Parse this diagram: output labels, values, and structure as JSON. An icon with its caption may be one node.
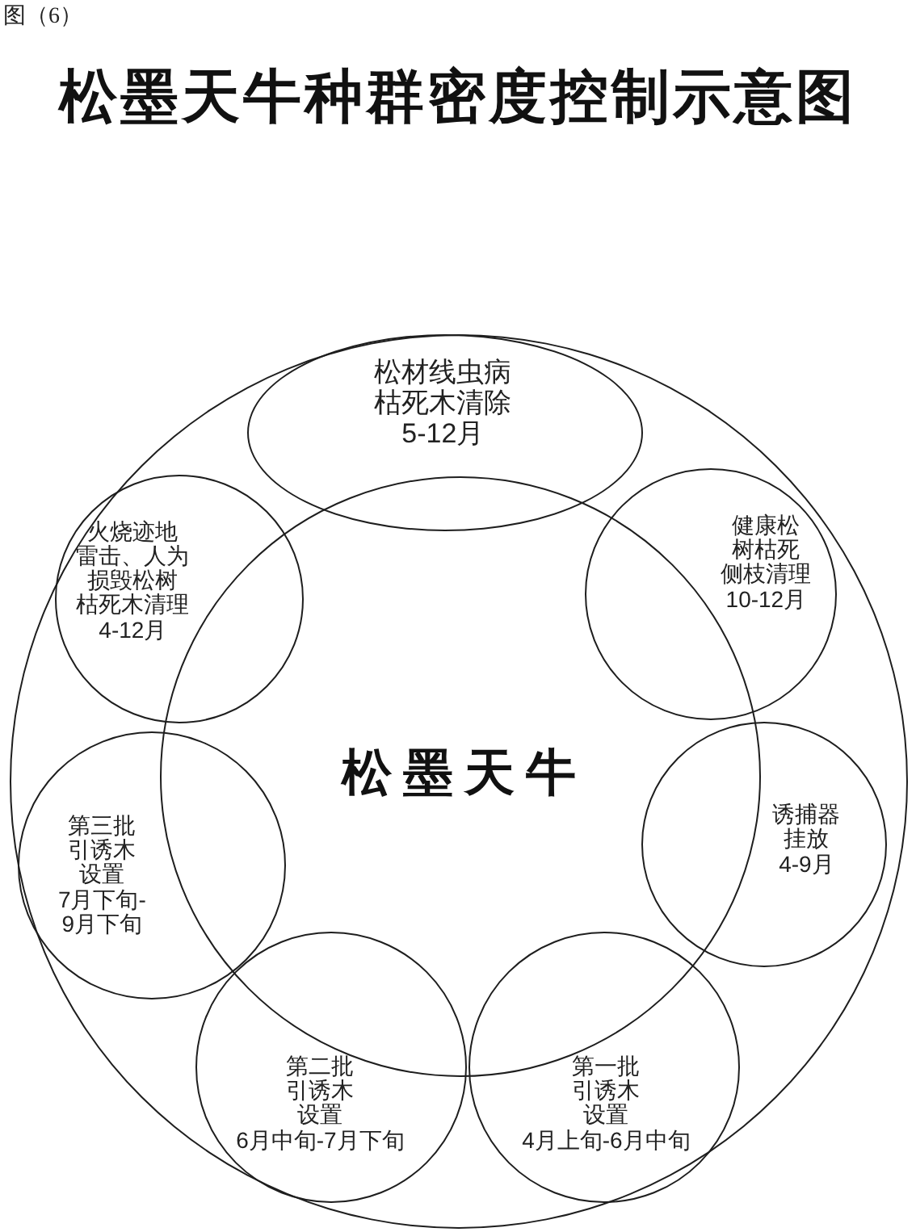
{
  "diagram": {
    "title": "松墨天牛种群密度控制示意图",
    "nodes": [
      {
        "text": [],
        "shape": "circle"
      },
      {
        "text": [
          "松墨天牛"
        ],
        "in": 0
      },
      {
        "text": [
          "松材线虫病枯死木清除",
          "5-12月"
        ],
        "in": 0
      },
      {
        "text": [
          "火烧迹地雷击、人为损毁松树枯死木清理",
          "4-12月"
        ],
        "in": 0
      },
      {
        "text": [
          "健康松树枯死侧枝清理",
          "10-12月"
        ],
        "in": 0
      },
      {
        "text": [
          "第三批引诱木设置",
          "7月下旬-9月下旬"
        ],
        "in": 0
      },
      {
        "text": [
          "诱捕器挂放",
          "4-9月"
        ],
        "in": 0
      },
      {
        "text": [
          "第二批引诱木设置",
          "6月中旬-7月下旬"
        ],
        "in": 0
      },
      {
        "text": [
          "第一批引诱木设置",
          "4月上旬-6月中旬"
        ],
        "in": 0
      }
    ],
    "labels": [
      "图（6）"
    ]
  }
}
